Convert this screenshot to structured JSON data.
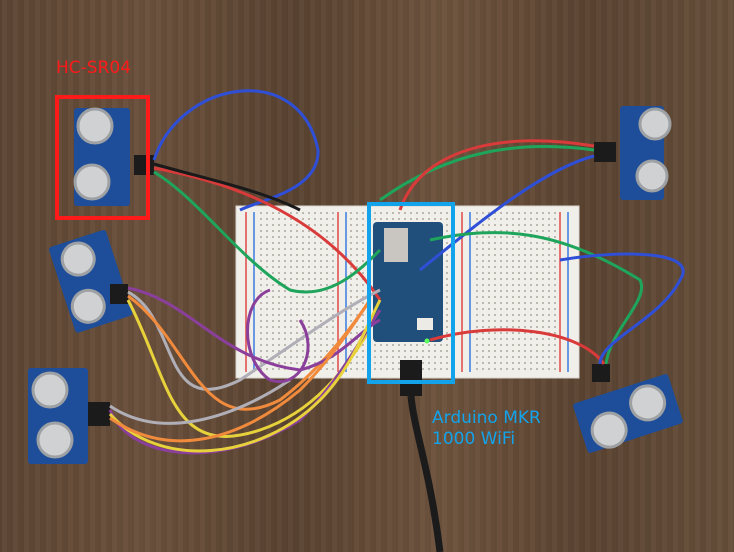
{
  "image": {
    "description": "Photo of an Arduino breadboard build on a wooden table with five ultrasonic distance sensors wired to it",
    "annotations": [
      {
        "label": "HC-SR04",
        "color": "#ff1a1a"
      },
      {
        "label_line1": "Arduino MKR",
        "label_line2": "1000 WiFi",
        "color": "#12a3ea"
      }
    ]
  },
  "labels": {
    "sensor": "HC-SR04",
    "board_line1": "Arduino MKR",
    "board_line2": "1000 WiFi"
  },
  "sensor_count": 5,
  "wire_colors": [
    "#2f4fd6",
    "#d93a3a",
    "#1a1a1a",
    "#1ea55b",
    "#b0aeb6",
    "#f08a3c",
    "#e8d23c",
    "#8a3f9a"
  ]
}
